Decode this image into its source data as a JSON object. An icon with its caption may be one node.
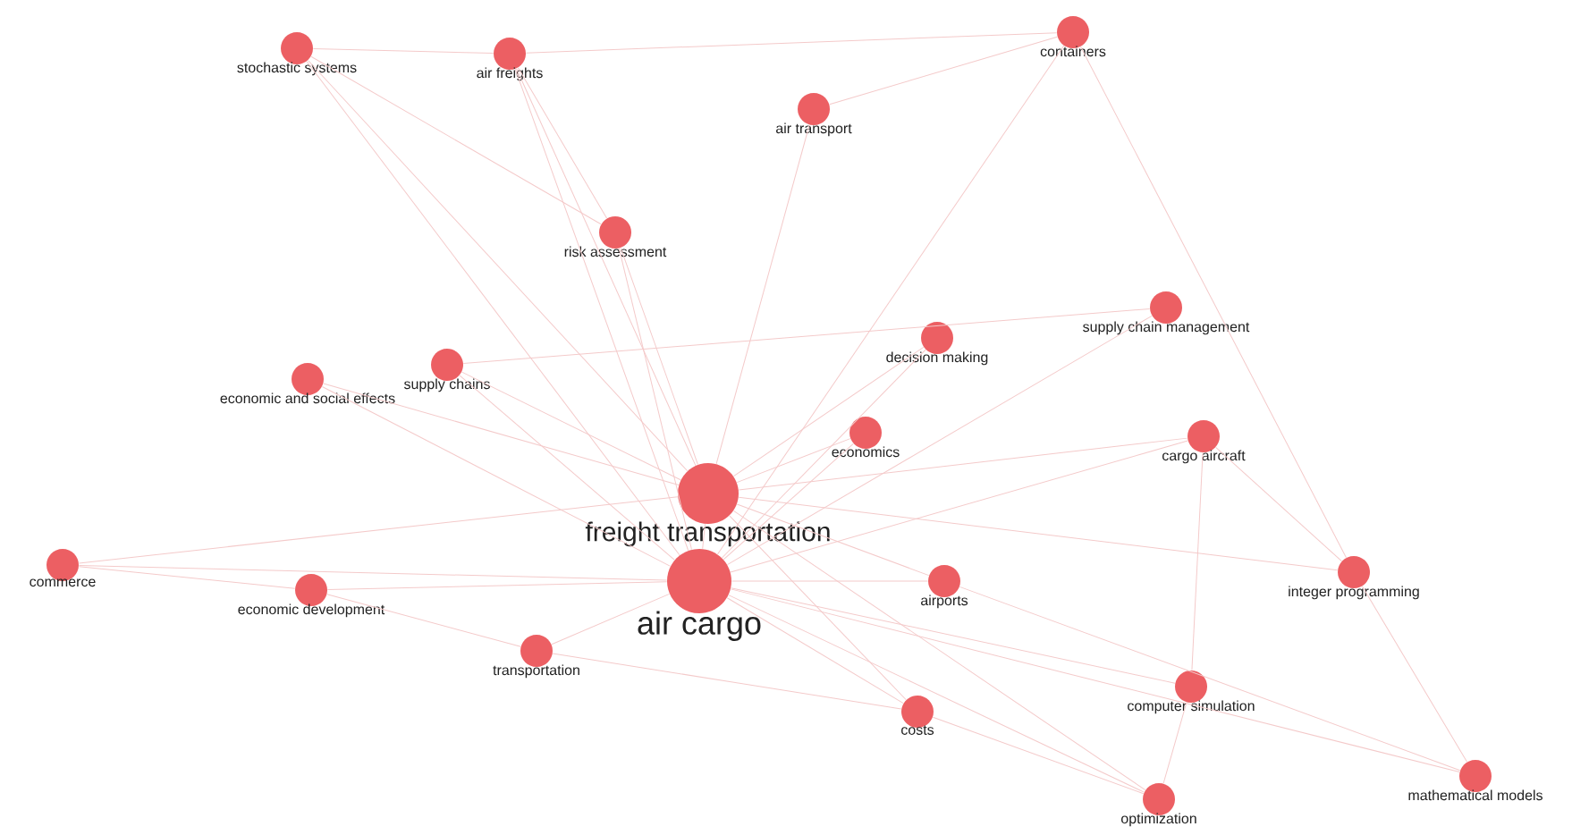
{
  "diagram": {
    "nodes": [
      {
        "text": [
          "stochastic systems"
        ]
      },
      {
        "text": [
          "air freights"
        ]
      },
      {
        "text": [
          "containers"
        ]
      },
      {
        "text": [
          "air transport"
        ]
      },
      {
        "text": [
          "risk assessment"
        ]
      },
      {
        "text": [
          "supply chain management"
        ]
      },
      {
        "text": [
          "decision making"
        ]
      },
      {
        "text": [
          "supply chains"
        ]
      },
      {
        "text": [
          "economic and social effects"
        ]
      },
      {
        "text": [
          "economics"
        ]
      },
      {
        "text": [
          "cargo aircraft"
        ]
      },
      {
        "text": [
          "freight transportation"
        ]
      },
      {
        "text": [
          "commerce"
        ]
      },
      {
        "text": [
          "economic development"
        ]
      },
      {
        "text": [
          "air cargo"
        ]
      },
      {
        "text": [
          "airports"
        ]
      },
      {
        "text": [
          "integer programming"
        ]
      },
      {
        "text": [
          "transportation"
        ]
      },
      {
        "text": [
          "computer simulation"
        ]
      },
      {
        "text": [
          "costs"
        ]
      },
      {
        "text": [
          "mathematical models"
        ]
      },
      {
        "text": [
          "optimization"
        ]
      }
    ],
    "edges": [
      {
        "from": 14,
        "to": 11,
        "arrow": "none"
      },
      {
        "from": 14,
        "to": 0,
        "arrow": "none"
      },
      {
        "from": 14,
        "to": 1,
        "arrow": "none"
      },
      {
        "from": 14,
        "to": 2,
        "arrow": "none"
      },
      {
        "from": 14,
        "to": 4,
        "arrow": "none"
      },
      {
        "from": 14,
        "to": 5,
        "arrow": "none"
      },
      {
        "from": 14,
        "to": 6,
        "arrow": "none"
      },
      {
        "from": 14,
        "to": 7,
        "arrow": "none"
      },
      {
        "from": 14,
        "to": 8,
        "arrow": "none"
      },
      {
        "from": 14,
        "to": 9,
        "arrow": "none"
      },
      {
        "from": 14,
        "to": 10,
        "arrow": "none"
      },
      {
        "from": 14,
        "to": 12,
        "arrow": "none"
      },
      {
        "from": 14,
        "to": 13,
        "arrow": "none"
      },
      {
        "from": 14,
        "to": 15,
        "arrow": "none"
      },
      {
        "from": 14,
        "to": 17,
        "arrow": "none"
      },
      {
        "from": 14,
        "to": 18,
        "arrow": "none"
      },
      {
        "from": 14,
        "to": 19,
        "arrow": "none"
      },
      {
        "from": 14,
        "to": 20,
        "arrow": "none"
      },
      {
        "from": 14,
        "to": 21,
        "arrow": "none"
      },
      {
        "from": 11,
        "to": 0,
        "arrow": "none"
      },
      {
        "from": 11,
        "to": 1,
        "arrow": "none"
      },
      {
        "from": 11,
        "to": 3,
        "arrow": "none"
      },
      {
        "from": 11,
        "to": 4,
        "arrow": "none"
      },
      {
        "from": 11,
        "to": 6,
        "arrow": "none"
      },
      {
        "from": 11,
        "to": 7,
        "arrow": "none"
      },
      {
        "from": 11,
        "to": 8,
        "arrow": "none"
      },
      {
        "from": 11,
        "to": 9,
        "arrow": "none"
      },
      {
        "from": 11,
        "to": 10,
        "arrow": "none"
      },
      {
        "from": 11,
        "to": 12,
        "arrow": "none"
      },
      {
        "from": 11,
        "to": 15,
        "arrow": "none"
      },
      {
        "from": 11,
        "to": 16,
        "arrow": "none"
      },
      {
        "from": 11,
        "to": 19,
        "arrow": "none"
      },
      {
        "from": 11,
        "to": 21,
        "arrow": "none"
      },
      {
        "from": 0,
        "to": 1,
        "arrow": "none"
      },
      {
        "from": 1,
        "to": 2,
        "arrow": "none"
      },
      {
        "from": 3,
        "to": 2,
        "arrow": "none"
      },
      {
        "from": 0,
        "to": 4,
        "arrow": "none"
      },
      {
        "from": 1,
        "to": 4,
        "arrow": "none"
      },
      {
        "from": 7,
        "to": 5,
        "arrow": "none"
      },
      {
        "from": 2,
        "to": 16,
        "arrow": "none"
      },
      {
        "from": 10,
        "to": 16,
        "arrow": "none"
      },
      {
        "from": 10,
        "to": 18,
        "arrow": "none"
      },
      {
        "from": 16,
        "to": 20,
        "arrow": "none"
      },
      {
        "from": 15,
        "to": 20,
        "arrow": "none"
      },
      {
        "from": 19,
        "to": 21,
        "arrow": "none"
      },
      {
        "from": 18,
        "to": 21,
        "arrow": "none"
      },
      {
        "from": 12,
        "to": 13,
        "arrow": "none"
      },
      {
        "from": 13,
        "to": 17,
        "arrow": "none"
      },
      {
        "from": 17,
        "to": 19,
        "arrow": "none"
      }
    ]
  }
}
